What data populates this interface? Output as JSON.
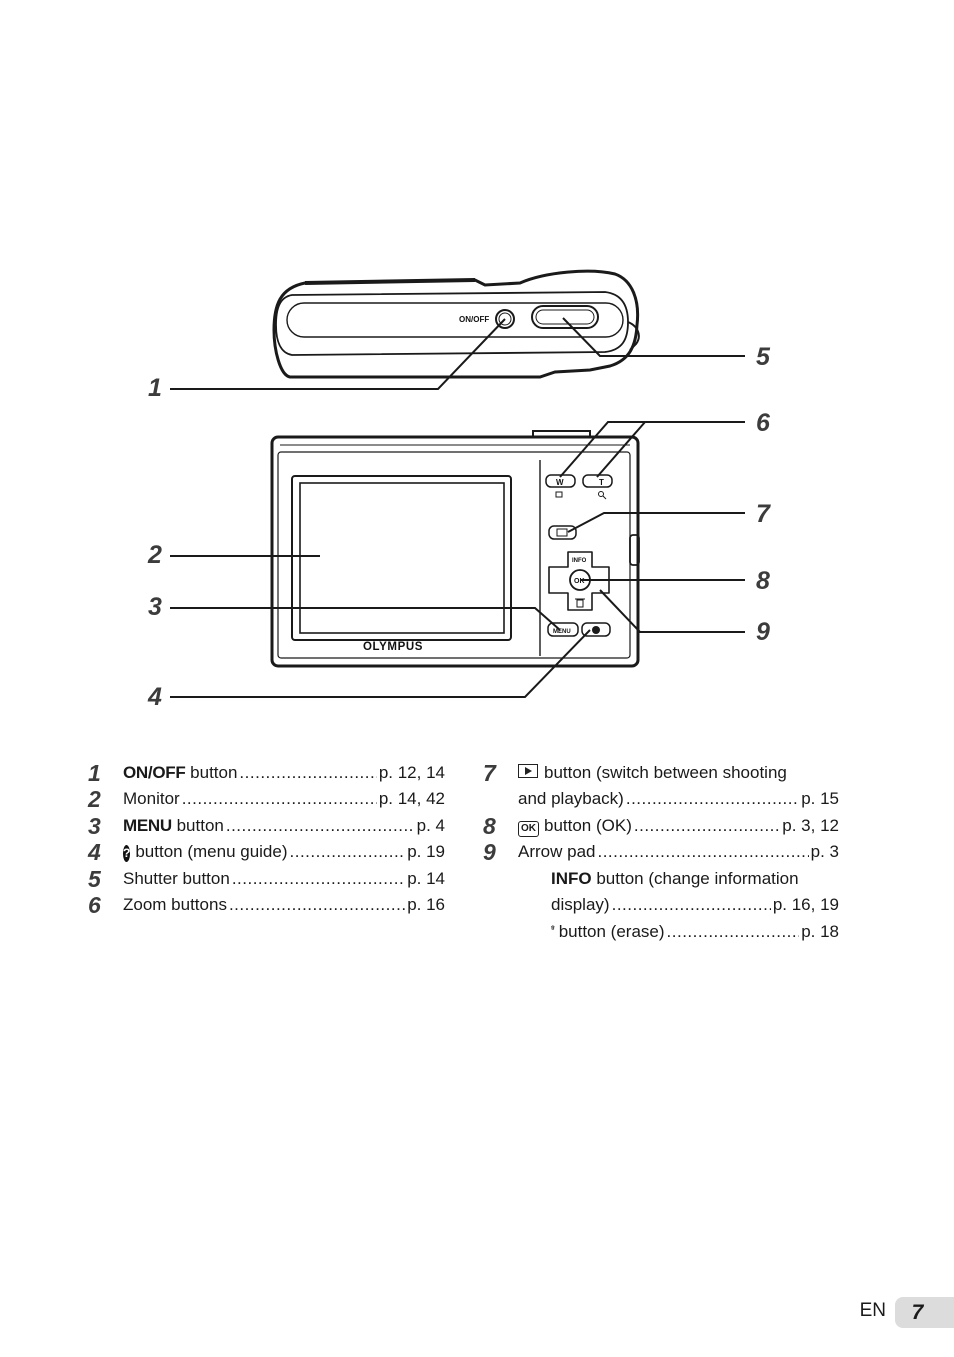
{
  "diagram": {
    "callouts": [
      "1",
      "2",
      "3",
      "4",
      "5",
      "6",
      "7",
      "8",
      "9"
    ],
    "camera_labels": {
      "onoff": "ON/OFF",
      "brand": "OLYMPUS",
      "zoom_w": "W",
      "zoom_t": "T",
      "info": "INFO",
      "ok": "OK",
      "menu": "MENU"
    }
  },
  "legend_left": [
    {
      "num": "1",
      "tag": "ON/OFF",
      "text": "button",
      "page": "p. 12, 14"
    },
    {
      "num": "2",
      "text": "Monitor",
      "page": "p. 14, 42"
    },
    {
      "num": "3",
      "tag": "MENU",
      "text": "button",
      "page": "p. 4"
    },
    {
      "num": "4",
      "icon": "?",
      "text": "button (menu guide)",
      "page": "p. 19"
    },
    {
      "num": "5",
      "text": "Shutter button",
      "page": "p. 14"
    },
    {
      "num": "6",
      "text": "Zoom buttons",
      "page": "p. 16"
    }
  ],
  "legend_right": {
    "e7": {
      "num": "7",
      "line1": "button (switch between shooting",
      "line2": "and playback)",
      "page": "p. 15"
    },
    "e8": {
      "num": "8",
      "icon": "OK",
      "text": "button (OK)",
      "page": "p. 3, 12"
    },
    "e9": {
      "num": "9",
      "text": "Arrow pad",
      "page": "p. 3"
    },
    "info": {
      "tag": "INFO",
      "line1": "button (change information",
      "line2": "display)",
      "page": "p. 16, 19"
    },
    "erase": {
      "text": "button (erase)",
      "page": "p. 18"
    }
  },
  "footer": {
    "lang": "EN",
    "page": "7"
  }
}
